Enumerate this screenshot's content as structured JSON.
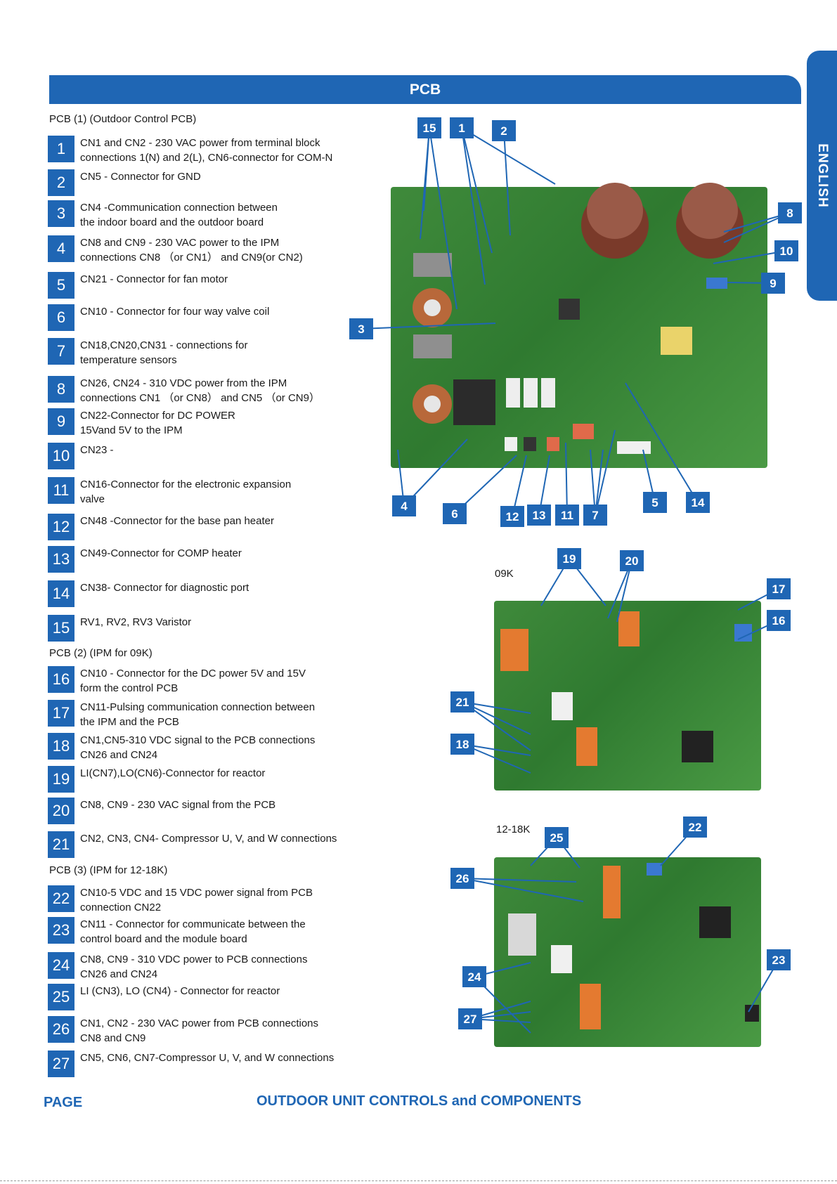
{
  "header": {
    "title": "PCB"
  },
  "side_tab": {
    "label": "ENGLISH"
  },
  "sections": {
    "pcb1": "PCB (1) (Outdoor Control PCB)",
    "pcb2": "PCB (2) (IPM for 09K)",
    "pcb3": "PCB (3) (IPM for 12-18K)"
  },
  "items": [
    {
      "num": "1",
      "text": "CN1 and CN2 - 230 VAC power from terminal block\nconnections 1(N) and 2(L), CN6-connector for COM-N"
    },
    {
      "num": "2",
      "text": "CN5 - Connector for GND"
    },
    {
      "num": "3",
      "text": "CN4 -Communication connection between\nthe indoor board and the outdoor board"
    },
    {
      "num": "4",
      "text": "CN8 and CN9 - 230 VAC power to the IPM\nconnections CN8 （or CN1） and CN9(or CN2)"
    },
    {
      "num": "5",
      "text": "CN21 - Connector for fan motor"
    },
    {
      "num": "6",
      "text": "CN10 - Connector for four way valve coil"
    },
    {
      "num": "7",
      "text": "CN18,CN20,CN31 - connections for\ntemperature sensors"
    },
    {
      "num": "8",
      "text": "CN26, CN24 - 310 VDC power from the IPM\nconnections CN1 （or CN8） and CN5 （or CN9）"
    },
    {
      "num": "9",
      "text": "CN22-Connector for DC POWER\n15Vand 5V to the IPM"
    },
    {
      "num": "10",
      "text": "CN23 -"
    },
    {
      "num": "11",
      "text": "CN16-Connector for the electronic expansion\nvalve"
    },
    {
      "num": "12",
      "text": "CN48 -Connector for the base pan heater"
    },
    {
      "num": "13",
      "text": "CN49-Connector for COMP heater"
    },
    {
      "num": "14",
      "text": "CN38- Connector for diagnostic port"
    },
    {
      "num": "15",
      "text": "RV1, RV2, RV3 Varistor"
    },
    {
      "num": "16",
      "text": "CN10 - Connector for the DC power 5V and 15V\nform the control PCB"
    },
    {
      "num": "17",
      "text": "CN11-Pulsing communication connection between\nthe IPM and the PCB"
    },
    {
      "num": "18",
      "text": "CN1,CN5-310 VDC signal to the PCB connections\nCN26 and CN24"
    },
    {
      "num": "19",
      "text": "LI(CN7),LO(CN6)-Connector for reactor"
    },
    {
      "num": "20",
      "text": "CN8, CN9 - 230 VAC signal from the PCB"
    },
    {
      "num": "21",
      "text": "CN2, CN3, CN4- Compressor U, V, and W connections"
    },
    {
      "num": "22",
      "text": "CN10-5 VDC and 15 VDC power signal from PCB\n connection CN22"
    },
    {
      "num": "23",
      "text": "CN11 - Connector for communicate between the\ncontrol board and the module board"
    },
    {
      "num": "24",
      "text": "CN8, CN9 - 310 VDC power to PCB connections\nCN26 and CN24"
    },
    {
      "num": "25",
      "text": "LI (CN3), LO (CN4) - Connector for reactor"
    },
    {
      "num": "26",
      "text": "CN1, CN2 - 230 VAC power from PCB connections\nCN8 and CN9"
    },
    {
      "num": "27",
      "text": "CN5, CN6, CN7-Compressor U, V, and W connections"
    }
  ],
  "model_labels": {
    "m09k": "09K",
    "m1218k": "12-18K"
  },
  "footer": {
    "page": "PAGE",
    "title": "OUTDOOR UNIT CONTROLS and  COMPONENTS"
  },
  "colors": {
    "accent": "#1f66b4",
    "pcb_green": "#3a8a36"
  }
}
